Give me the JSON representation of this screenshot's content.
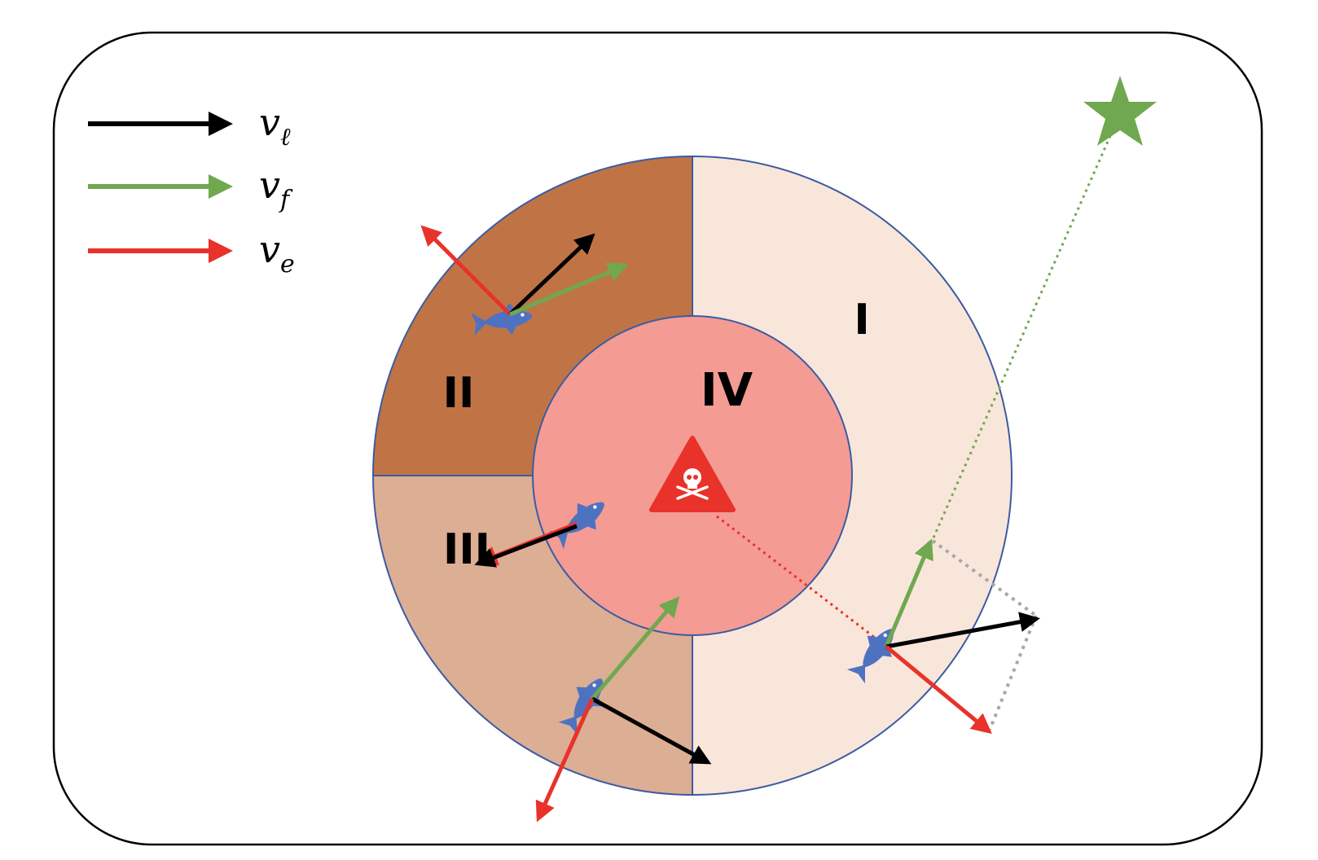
{
  "legend": {
    "items": [
      {
        "symbol": "v",
        "subscript": "ℓ",
        "color": "#000000"
      },
      {
        "symbol": "v",
        "subscript": "f",
        "color": "#70a84f"
      },
      {
        "symbol": "v",
        "subscript": "e",
        "color": "#e8322a"
      }
    ]
  },
  "regions": {
    "r1": "I",
    "r2": "II",
    "r3": "III",
    "r4": "IV"
  },
  "colors": {
    "region_I": "#f9e6db",
    "region_II": "#c07446",
    "region_III": "#dcae93",
    "region_IV": "#f49b94",
    "ring_stroke": "#3b5ca0",
    "fish": "#4f72c0",
    "danger": "#e8322a",
    "goal": "#70a84f",
    "arrow_black": "#000000",
    "arrow_green": "#70a84f",
    "arrow_red": "#e8322a",
    "dotted_grey": "#a8a8a8"
  },
  "icons": {
    "danger": "skull-crossbones-warning-icon",
    "goal": "star-icon",
    "agent": "fish-icon"
  }
}
